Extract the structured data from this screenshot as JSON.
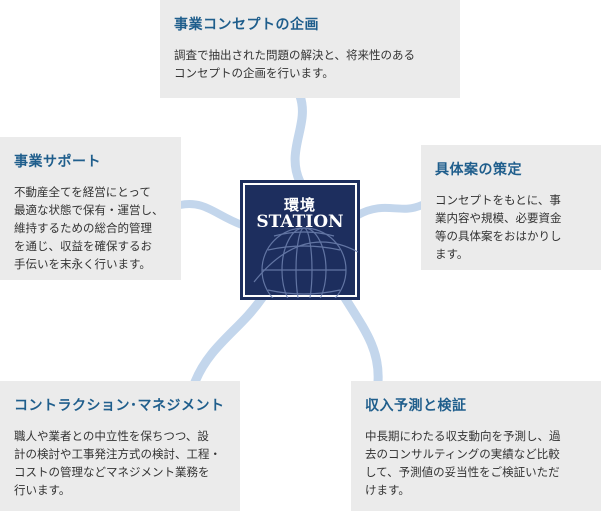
{
  "colors": {
    "box_bg": "#ebebeb",
    "heading": "#1f5e8c",
    "body_text": "#333333",
    "logo_bg": "#1d2e5e",
    "connector": "#b7cde6"
  },
  "center_logo": {
    "line1": "環境",
    "line2": "STATION",
    "icon": "globe-icon"
  },
  "boxes": {
    "top": {
      "title": "事業コンセプトの企画",
      "body": "調査で抽出された問題の解決と、将来性のある\nコンセプトの企画を行います。"
    },
    "left": {
      "title": "事業サポート",
      "body": "不動産全てを経営にとって\n最適な状態で保有・運営し、\n維持するための総合的管理\nを通じ、収益を確保するお\n手伝いを末永く行います。"
    },
    "right": {
      "title": "具体案の策定",
      "body": "コンセプトをもとに、事\n業内容や規模、必要資金\n等の具体案をおはかりし\nます。"
    },
    "bottom_left": {
      "title": "コントラクション･マネジメント",
      "body": "職人や業者との中立性を保ちつつ、設\n計の検討や工事発注方式の検討、工程・\nコストの管理などマネジメント業務を\n行います。"
    },
    "bottom_right": {
      "title": "収入予測と検証",
      "body": "中長期にわたる収支動向を予測し、過\n去のコンサルティングの実績など比較\nして、予測値の妥当性をご検証いただ\nけます。"
    }
  }
}
